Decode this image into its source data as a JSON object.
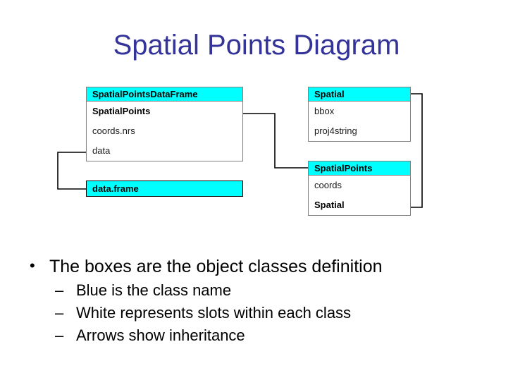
{
  "slide": {
    "title": "Spatial Points Diagram",
    "title_color": "#333399",
    "background_color": "#ffffff",
    "class_name_color": "#00ffff",
    "slot_color": "#ffffff"
  },
  "diagram": {
    "boxes": [
      {
        "id": "spatial-points-data-frame",
        "class_name": "SpatialPointsDataFrame",
        "slots": [
          {
            "label": "SpatialPoints",
            "bold": true
          },
          {
            "label": "coords.nrs",
            "bold": false
          },
          {
            "label": "data",
            "bold": false
          }
        ]
      },
      {
        "id": "data-frame",
        "class_name": "data.frame",
        "slots": []
      },
      {
        "id": "spatial",
        "class_name": "Spatial",
        "slots": [
          {
            "label": "bbox",
            "bold": false
          },
          {
            "label": "proj4string",
            "bold": false
          }
        ]
      },
      {
        "id": "spatial-points",
        "class_name": "SpatialPoints",
        "slots": [
          {
            "label": "coords",
            "bold": false
          },
          {
            "label": "Spatial",
            "bold": true
          }
        ]
      }
    ],
    "arrows": [
      {
        "id": "spatialpoints-to-spdf-slot",
        "from": "spatial-points",
        "to": "spatial-points-data-frame.SpatialPoints"
      },
      {
        "id": "dataframe-to-spdf-data-slot",
        "from": "data-frame",
        "to": "spatial-points-data-frame.data"
      },
      {
        "id": "spatial-to-spatialpoints-slot",
        "from": "spatial",
        "to": "spatial-points.Spatial"
      }
    ]
  },
  "bullets": {
    "level1": "The boxes are the object classes definition",
    "level2": [
      "Blue is the class name",
      "White represents slots within each class",
      "Arrows show inheritance"
    ]
  }
}
